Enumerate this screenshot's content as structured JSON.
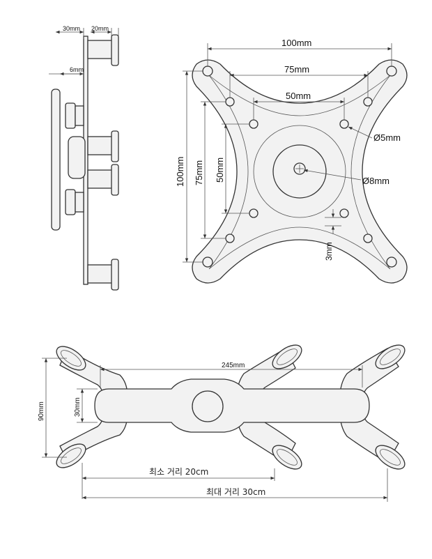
{
  "side_view": {
    "dim_arm_len": "30mm",
    "dim_head_len": "20mm",
    "dim_plate_gap": "6mm"
  },
  "front_view": {
    "dim_100_h": "100mm",
    "dim_75_h": "75mm",
    "dim_50_h": "50mm",
    "dim_100_v": "100mm",
    "dim_75_v": "75mm",
    "dim_50_v": "50mm",
    "dim_hole": "Ø5mm",
    "dim_center": "Ø8mm",
    "dim_thickness": "3mm"
  },
  "arm_view": {
    "dim_span": "245mm",
    "dim_height": "90mm",
    "dim_bar": "30mm",
    "min_distance": "최소 거리 20cm",
    "max_distance": "최대 거리 30cm"
  },
  "colors": {
    "line": "#333333",
    "part_fill": "#f2f2f2",
    "label": "#111111"
  }
}
